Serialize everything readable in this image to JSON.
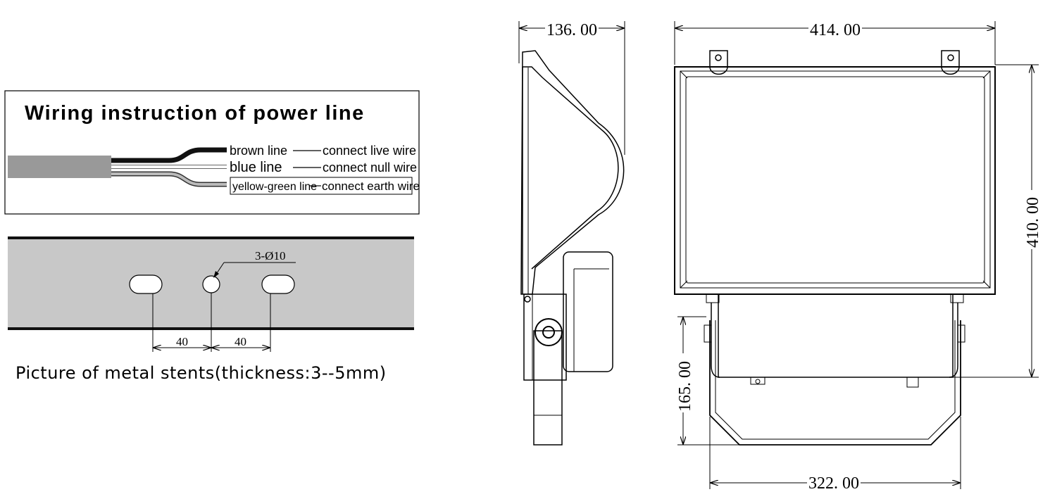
{
  "wiring": {
    "title": "Wiring  instruction of power line",
    "lines": [
      {
        "name": "brown line",
        "connection": "connect live wire"
      },
      {
        "name": "blue line",
        "connection": "connect null wire"
      },
      {
        "name": "yellow-green line",
        "connection": "connect earth wire"
      }
    ],
    "colors": {
      "cable": "#999999",
      "brown": "#111111",
      "blue": "#ffffff",
      "yellow_green": "#888888"
    }
  },
  "stents": {
    "hole_label": "3-Ø10",
    "spacing_left": "40",
    "spacing_right": "40",
    "caption": "Picture of metal stents(thickness:3--5mm)",
    "bar_color": "#c8c8c8"
  },
  "side_view": {
    "width_dim": "136. 00"
  },
  "front_view": {
    "width_dim": "414. 00",
    "height_dim": "410. 00",
    "bracket_height_dim": "165. 00",
    "bracket_width_dim": "322. 00"
  }
}
